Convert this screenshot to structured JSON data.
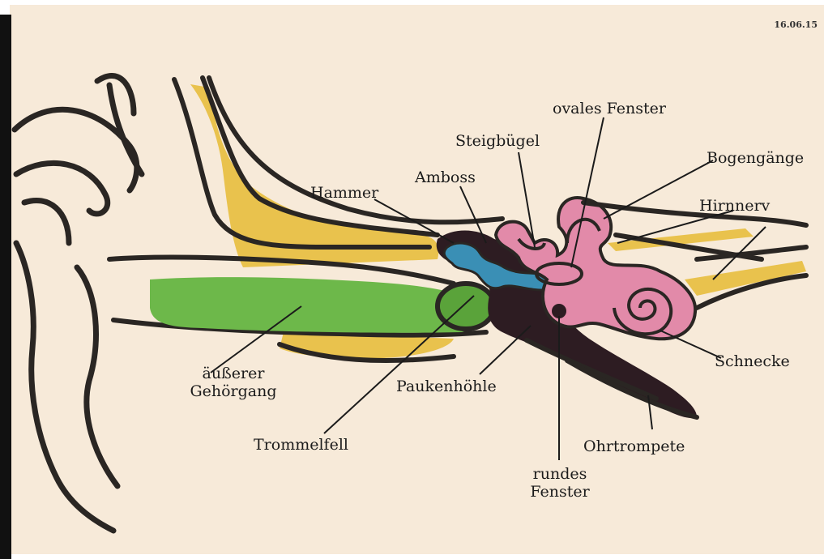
{
  "date": "16.06.15",
  "labels": {
    "ovales_fenster": "ovales Fenster",
    "steigbuegel": "Steigbügel",
    "bogengaenge": "Bogengänge",
    "amboss": "Amboss",
    "hammer": "Hammer",
    "hirnnerv": "Hirnnerv",
    "aeusserer_gehoergang_1": "äußerer",
    "aeusserer_gehoergang_2": "Gehörgang",
    "paukenhoehle": "Paukenhöhle",
    "schnecke": "Schnecke",
    "trommelfell": "Trommelfell",
    "ohrtrompete": "Ohrtrompete",
    "rundes_fenster_1": "rundes",
    "rundes_fenster_2": "Fenster"
  },
  "colors": {
    "background": "#f7ead9",
    "outline": "#2a2623",
    "bone": "#e9c24d",
    "canal": "#6db84a",
    "inner_ear": "#e28aa9",
    "middle_ear": "#2d1c22",
    "ossicles": "#3a8fb5"
  }
}
